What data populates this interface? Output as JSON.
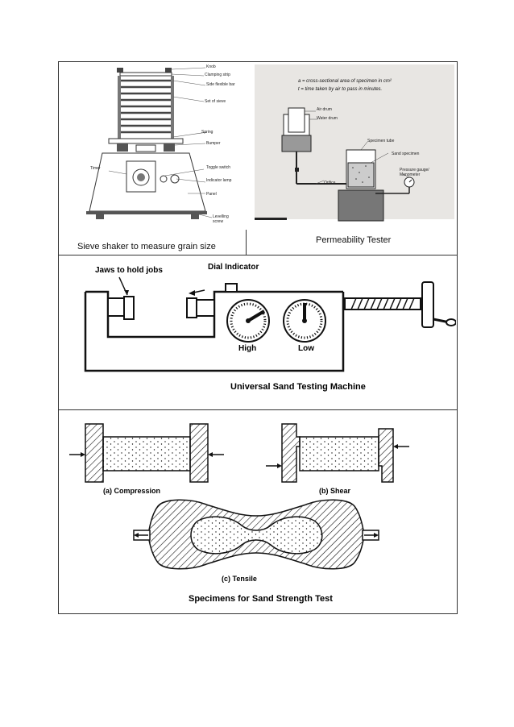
{
  "sieve_shaker": {
    "caption": "Sieve shaker to measure grain size",
    "labels": {
      "knob": "Knob",
      "clamping_strip": "Clamping strip",
      "side_flexible_bar": "Side flexible bar",
      "set_of_sieve": "Set of sieve",
      "spring": "Spring",
      "bumper": "Bumper",
      "timer": "Timer",
      "toggle_switch": "Toggle switch",
      "indicator_lamp": "Indicator lamp",
      "panel": "Panel",
      "levelling": "Levelling",
      "screw": "screw"
    }
  },
  "permeability_tester": {
    "caption": "Permeability Tester",
    "legend_a": "a = cross-sectional area of specimen in cm²",
    "legend_t": "t = time taken by air to pass in minutes.",
    "labels": {
      "air_drum": "Air drum",
      "water_drum": "Water drum",
      "specimen_tube": "Specimen tube",
      "sand_specimen": "Sand specimen",
      "pressure_gauge": "Pressure gauge/",
      "manometer": "Manometer",
      "orifice": "Orifice"
    }
  },
  "sand_testing_machine": {
    "jaws_label": "Jaws to hold jobs",
    "dial_indicator": "Dial Indicator",
    "high": "High",
    "low": "Low",
    "title": "Universal Sand Testing Machine"
  },
  "strength_test": {
    "compression": "(a) Compression",
    "shear": "(b) Shear",
    "tensile": "(c) Tensile",
    "title": "Specimens for Sand Strength Test"
  }
}
